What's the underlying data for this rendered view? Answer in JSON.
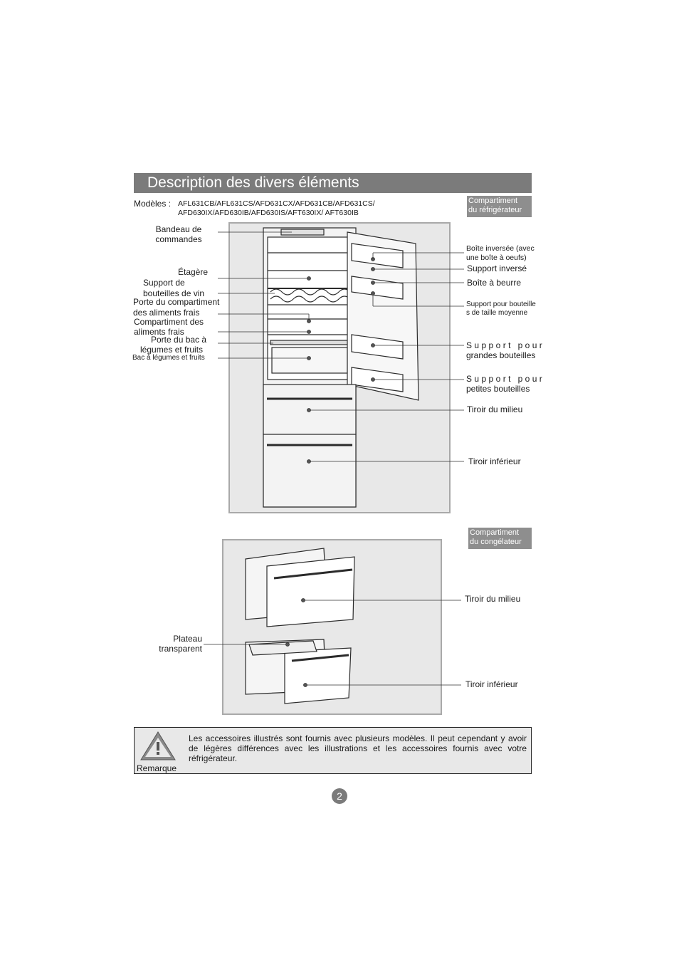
{
  "header": {
    "title": "Description des divers éléments",
    "models_label": "Modèles :",
    "models_line1": "AFL631CB/AFL631CS/AFD631CX/AFD631CB/AFD631CS/",
    "models_line2": "AFD630IX/AFD630IB/AFD630IS/AFT630IX/ AFT630IB"
  },
  "fridge": {
    "tag_line1": "Compartiment",
    "tag_line2": "du réfrigérateur",
    "left_labels": {
      "control_1": "Bandeau de",
      "control_2": "commandes",
      "shelf": "Étagère",
      "wine_1": "Support de",
      "wine_2": "bouteilles de vin",
      "fresh_door_1": "Porte du compartiment",
      "fresh_door_2": "des aliments frais",
      "fresh_comp_1": "Compartiment des",
      "fresh_comp_2": "aliments frais",
      "crisper_door_1": "Porte du bac à",
      "crisper_door_2": "légumes et fruits",
      "crisper": "Bac à légumes et fruits"
    },
    "right_labels": {
      "egg_box_1": "Boîte inversée (avec",
      "egg_box_2": " une boîte à oeufs)",
      "inverted_support": "Support inversé",
      "butter_box": "Boîte à beurre",
      "medium_bottle_1": "Support pour bouteille",
      "medium_bottle_2": "s  de  taille  moyenne",
      "large_bottle_1": "Support  pour",
      "large_bottle_2": "grandes bouteilles",
      "small_bottle_1": "Support  pour",
      "small_bottle_2": "petites bouteilles",
      "middle_drawer": "Tiroir du milieu",
      "bottom_drawer": "Tiroir inférieur"
    }
  },
  "freezer": {
    "tag_line1": "Compartiment",
    "tag_line2": "du congélateur",
    "tray_1": "Plateau",
    "tray_2": "transparent",
    "middle_drawer": "Tiroir du milieu",
    "bottom_drawer": "Tiroir inférieur"
  },
  "note": {
    "text": "Les accessoires illustrés sont fournis avec plusieurs modèles. Il peut cependant y avoir de légères différences avec les illustrations et les accessoires fournis avec votre réfrigérateur.",
    "label": "Remarque",
    "icon": "warning-icon"
  },
  "page_number": "2"
}
